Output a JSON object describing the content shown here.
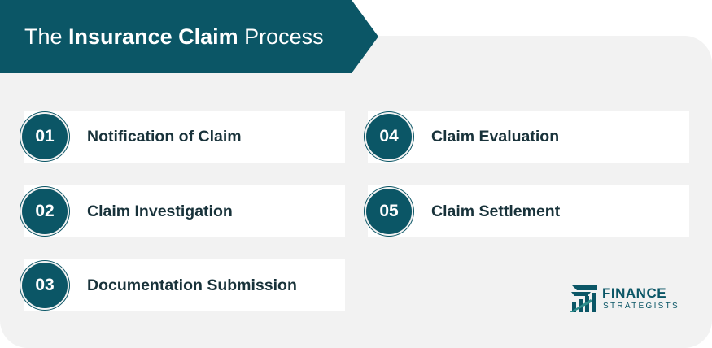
{
  "header": {
    "title_prefix": "The",
    "title_bold": "Insurance Claim",
    "title_suffix": "Process"
  },
  "steps": [
    {
      "number": "01",
      "label": "Notification of Claim"
    },
    {
      "number": "02",
      "label": "Claim Investigation"
    },
    {
      "number": "03",
      "label": "Documentation Submission"
    },
    {
      "number": "04",
      "label": "Claim Evaluation"
    },
    {
      "number": "05",
      "label": "Claim Settlement"
    }
  ],
  "logo": {
    "name": "FINANCE",
    "sub": "STRATEGISTS"
  },
  "colors": {
    "primary": "#0b5666",
    "panel": "#f2f2f2",
    "text": "#18323a"
  }
}
